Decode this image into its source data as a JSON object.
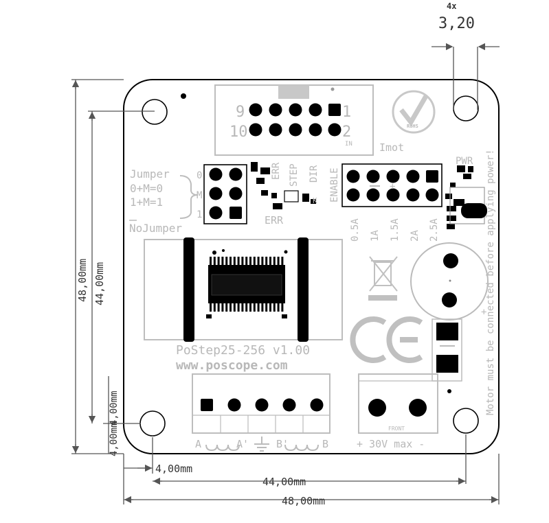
{
  "dimensions": {
    "hole_count": "4x",
    "hole_diameter": "3,20",
    "board_height": "48,00mm",
    "hole_pitch_vertical": "44,00mm",
    "hole_offset_vertical": "4,00mm",
    "hole_offset_bottom": "4,00mm",
    "hole_offset_horizontal": "4,00mm",
    "hole_pitch_horizontal": "44,00mm",
    "board_width": "48,00mm"
  },
  "header": {
    "pin9": "9",
    "pin1": "1",
    "pin10": "10",
    "pin2": "2",
    "in_label": "IN"
  },
  "jumper": {
    "title": "Jumper",
    "mode0": "0+M=0",
    "mode1": "1+M=1",
    "tick0": "0",
    "tickM": "M",
    "tick1": "1",
    "nojumper": "NoJumper"
  },
  "leds": {
    "err_vertical": "ERR",
    "step": "STEP",
    "dir": "DIR",
    "enable": "ENABLE",
    "err": "ERR",
    "k": "K",
    "pwr": "PWR"
  },
  "imot": {
    "title": "Imot",
    "currents": [
      "0.5A",
      "1A",
      "1.5A",
      "2A",
      "2.5A"
    ]
  },
  "board": {
    "name": "PoStep25-256 v1.00",
    "url": "www.poscope.com",
    "warning": "Motor must be connected before applying power!",
    "rohs": "RoHS"
  },
  "motor_terminal": {
    "labels": [
      "A",
      "A'",
      "B'",
      "B"
    ]
  },
  "power_terminal": {
    "label": "+ 30V max -",
    "front": "FRONT"
  },
  "colors": {
    "silkscreen": "#b8b8b8",
    "pads": "#000000",
    "dimension": "#333333"
  }
}
